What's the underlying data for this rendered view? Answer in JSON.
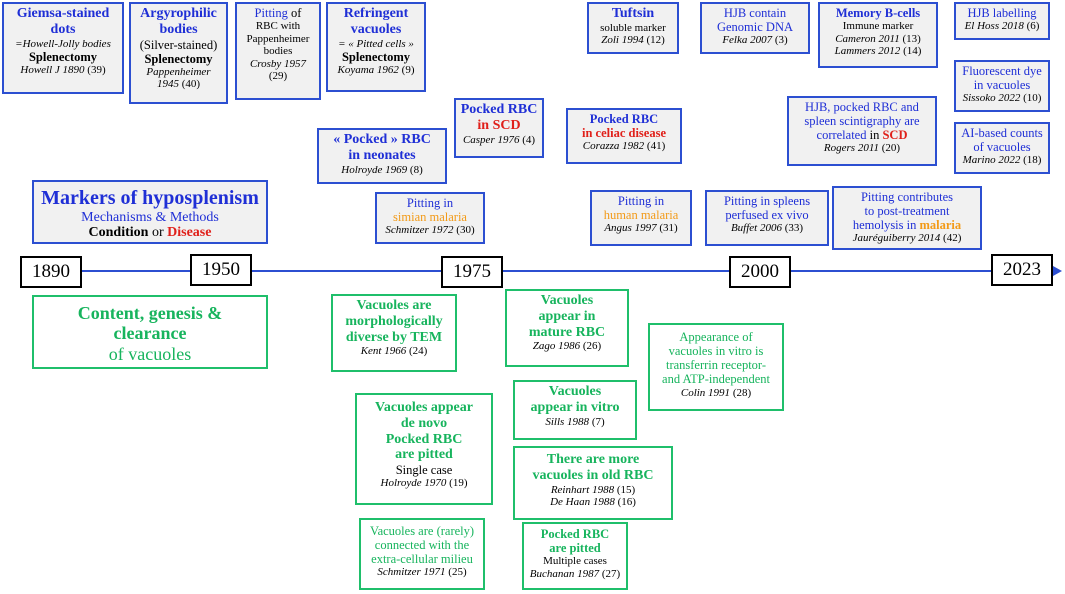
{
  "years": [
    "1890",
    "1950",
    "1975",
    "2000",
    "2023"
  ],
  "markers_box": {
    "title": "Markers of hyposplenism",
    "subtitle": "Mechanisms  & Methods",
    "condition": "Condition",
    "or": " or ",
    "disease": "Disease"
  },
  "content_box": {
    "line1": "Content, genesis &",
    "line2": "clearance",
    "line3": "of vacuoles"
  },
  "top_boxes": {
    "giemsa": {
      "title1": "Giemsa-stained",
      "title2": "dots",
      "sub": "=Howell-Jolly bodies",
      "cond": "Splenectomy",
      "ref": "Howell J 1890",
      "num": " (39)"
    },
    "argyro": {
      "title1": "Argyrophilic",
      "title2": "bodies",
      "sub": "(Silver-stained)",
      "cond": "Splenectomy",
      "ref1": "Pappenheimer",
      "ref2": "1945",
      "num": " (40)"
    },
    "pitting": {
      "pit": "Pitting",
      "of": " of",
      "l2": "RBC with",
      "l3": "Pappenheimer",
      "l4": "bodies",
      "ref": "Crosby 1957",
      "num": "(29)"
    },
    "refringent": {
      "title1": "Refringent",
      "title2": "vacuoles",
      "sub": "= « Pitted cells »",
      "cond": "Splenectomy",
      "ref": "Koyama 1962",
      "num": " (9)"
    },
    "tuftsin": {
      "title": "Tuftsin",
      "sub": "soluble marker",
      "ref": "Zoli 1994",
      "num": " (12)"
    },
    "hjb_dna": {
      "l1": "HJB contain",
      "l2": "Genomic DNA",
      "ref": "Felka 2007",
      "num": " (3)"
    },
    "memory_b": {
      "title": "Memory B-cells",
      "sub": "Immune marker",
      "ref1": "Cameron 2011",
      "num1": " (13)",
      "ref2": "Lammers 2012",
      "num2": " (14)"
    },
    "hjb_label": {
      "l1": "HJB labelling",
      "ref": "El Hoss 2018",
      "num": " (6)"
    },
    "fluor": {
      "l1": "Fluorescent dye",
      "l2": "in vacuoles",
      "ref": "Sissoko 2022",
      "num": " (10)"
    },
    "ai": {
      "l1": "AI-based counts",
      "l2": "of vacuoles",
      "ref": "Marino 2022",
      "num": " (18)"
    },
    "pocked_neo": {
      "l1": "« Pocked » RBC",
      "l2": "in neonates",
      "ref": "Holroyde 1969",
      "num": " (8)"
    },
    "pocked_scd": {
      "l1": "Pocked RBC",
      "l2": "in SCD",
      "ref": "Casper 1976",
      "num": " (4)"
    },
    "pocked_celiac": {
      "l1": "Pocked RBC",
      "l2": "in celiac disease",
      "ref": "Corazza 1982",
      "num": " (41)"
    },
    "hjb_scd": {
      "l1": "HJB, pocked RBC and",
      "l2": "spleen scintigraphy are",
      "l3a": "correlated",
      "l3b": " in ",
      "l3c": "SCD",
      "ref": "Rogers 2011",
      "num": " (20)"
    },
    "simian": {
      "l1": "Pitting in",
      "l2": "simian malaria",
      "ref": "Schmitzer 1972",
      "num": " (30)"
    },
    "human": {
      "l1": "Pitting in",
      "l2": "human malaria",
      "ref": "Angus 1997",
      "num": " (31)"
    },
    "spleens": {
      "l1": "Pitting in spleens",
      "l2": "perfused ex vivo",
      "ref": "Buffet 2006",
      "num": " (33)"
    },
    "post": {
      "l1": "Pitting contributes",
      "l2": "to post-treatment",
      "l3a": "hemolysis in ",
      "l3b": "malaria",
      "ref": "Jauréguiberry 2014",
      "num": " (42)"
    }
  },
  "bottom_boxes": {
    "tem": {
      "l1": "Vacuoles are",
      "l2": "morphologically",
      "l3": "diverse by TEM",
      "ref": "Kent 1966",
      "num": " (24)"
    },
    "mature": {
      "l1": "Vacuoles",
      "l2": "appear in",
      "l3": "mature RBC",
      "ref": "Zago 1986",
      "num": " (26)"
    },
    "transferrin": {
      "l1": "Appearance of",
      "l2": "vacuoles in vitro is",
      "l3": "transferrin receptor-",
      "l4": "and ATP-independent",
      "ref": "Colin 1991",
      "num": " (28)"
    },
    "denovo": {
      "l1": "Vacuoles appear",
      "l2": "de novo",
      "l3": "Pocked RBC",
      "l4": "are pitted",
      "l5": "Single case",
      "ref": "Holroyde 1970",
      "num": " (19)"
    },
    "invitro": {
      "l1": "Vacuoles",
      "l2": "appear in vitro",
      "ref": "Sills 1988",
      "num": " (7)"
    },
    "old": {
      "l1": "There are more",
      "l2": "vacuoles in old RBC",
      "ref1": "Reinhart 1988",
      "num1": " (15)",
      "ref2": "De Haan 1988",
      "num2": " (16)"
    },
    "rarely": {
      "l1": "Vacuoles are (rarely)",
      "l2": "connected with the",
      "l3": "extra-cellular milieu",
      "ref": "Schmitzer 1971",
      "num": " (25)"
    },
    "pitted": {
      "l1": "Pocked RBC",
      "l2": "are pitted",
      "l3": "Multiple cases",
      "ref": "Buchanan 1987",
      "num": " (27)"
    }
  },
  "colors": {
    "blue": "#2c4fd1",
    "green": "#1fbf6b",
    "red": "#e0201a",
    "orange": "#f29a17"
  }
}
